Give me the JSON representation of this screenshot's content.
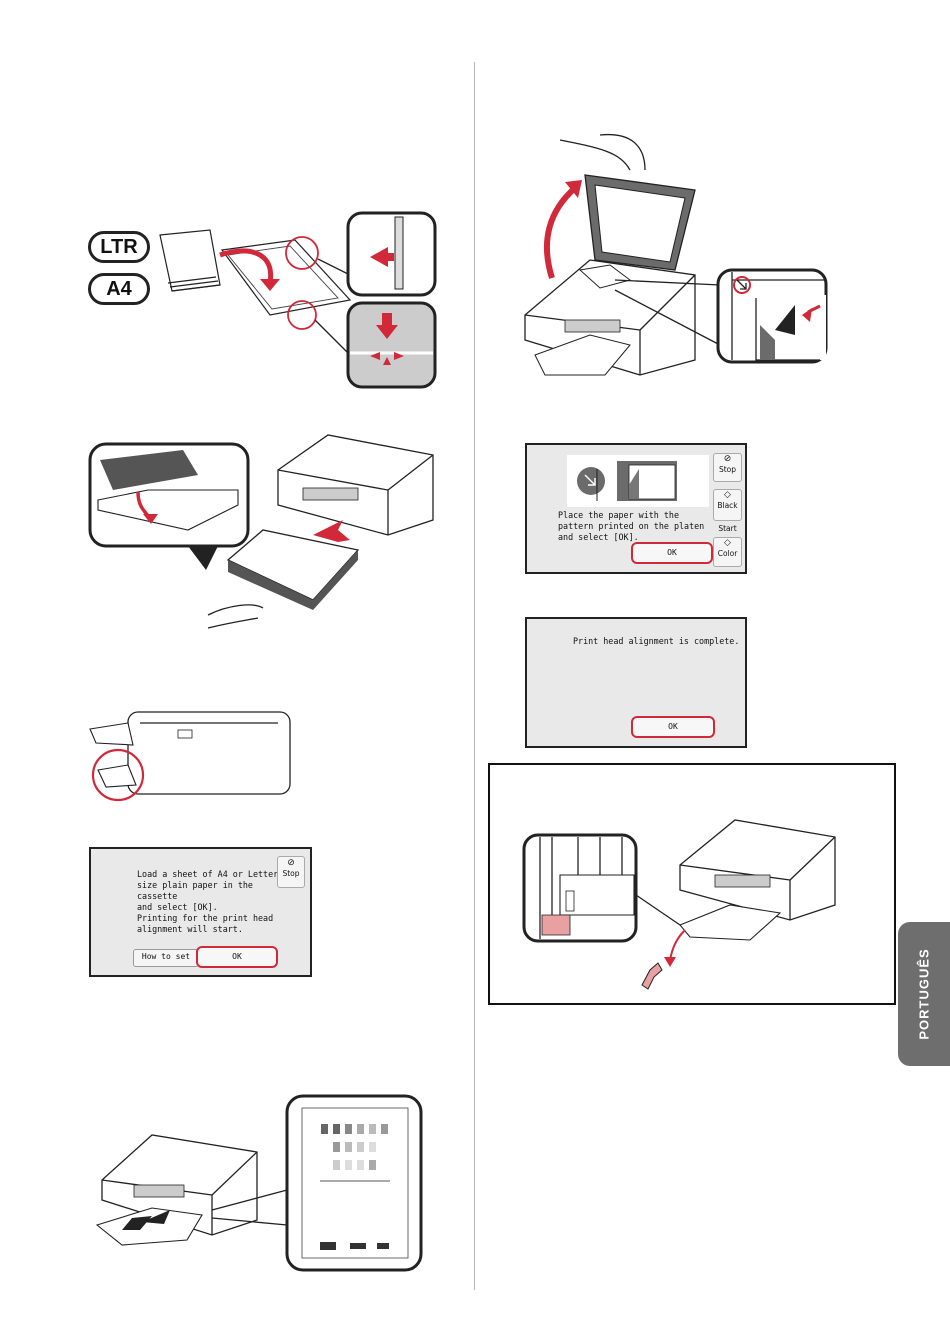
{
  "paper_labels": {
    "ltr": "LTR",
    "a4": "A4"
  },
  "screen_place_paper": {
    "message": [
      "Place the paper with the",
      "pattern printed on the platen",
      "and select [OK]."
    ],
    "ok_label": "OK",
    "stop_label": "Stop",
    "black_label": "Black",
    "start_label": "Start",
    "color_label": "Color"
  },
  "screen_complete": {
    "message": "Print head alignment is complete.",
    "ok_label": "OK"
  },
  "screen_load_sheet": {
    "message": [
      "Load a sheet of A4 or Letter",
      "size plain paper in the cassette",
      "and select [OK].",
      "Printing for the print head",
      "alignment will start."
    ],
    "how_to_set_label": "How to set",
    "ok_label": "OK",
    "stop_label": "Stop"
  },
  "side_tab": {
    "language": "PORTUGUÊS"
  },
  "colors": {
    "accent_red": "#d1283a",
    "tab_gray": "#6e6e6e"
  }
}
